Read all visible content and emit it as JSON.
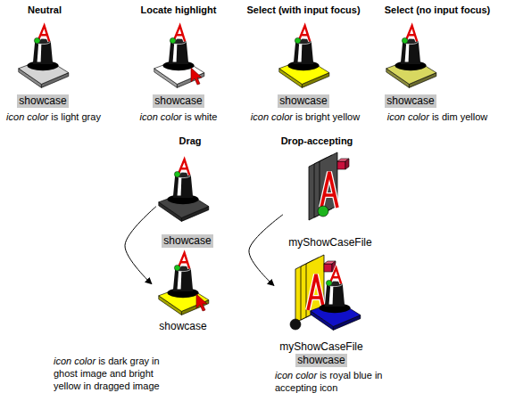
{
  "diagram": {
    "nodes": [
      {
        "text": [
          "showcase"
        ]
      },
      {
        "text": [
          "showcase"
        ]
      },
      {
        "text": [
          "showcase"
        ]
      },
      {
        "text": [
          "showcase"
        ]
      },
      {
        "text": [
          "showcase"
        ]
      },
      {
        "text": [
          "showcase"
        ]
      },
      {
        "text": [
          "myShowCaseFile"
        ]
      },
      {
        "text": [
          "myShowCaseFile",
          "showcase"
        ]
      }
    ],
    "edges": [
      {
        "from": 4,
        "to": 5,
        "arrow": "to"
      },
      {
        "from": 6,
        "to": 7,
        "arrow": "to"
      }
    ],
    "labels": [
      "Neutral",
      "Locate highlight",
      "Select (with input focus)",
      "Select (no input focus)",
      "Drag",
      "Drop-accepting",
      "icon color",
      "is light gray",
      "icon color",
      "is white",
      "icon color",
      "is bright yellow",
      "icon color",
      "is dim yellow",
      "icon color",
      "is dark gray in ghost image and bright yellow in dragged image",
      "icon color",
      "is royal blue in accepting icon"
    ]
  }
}
